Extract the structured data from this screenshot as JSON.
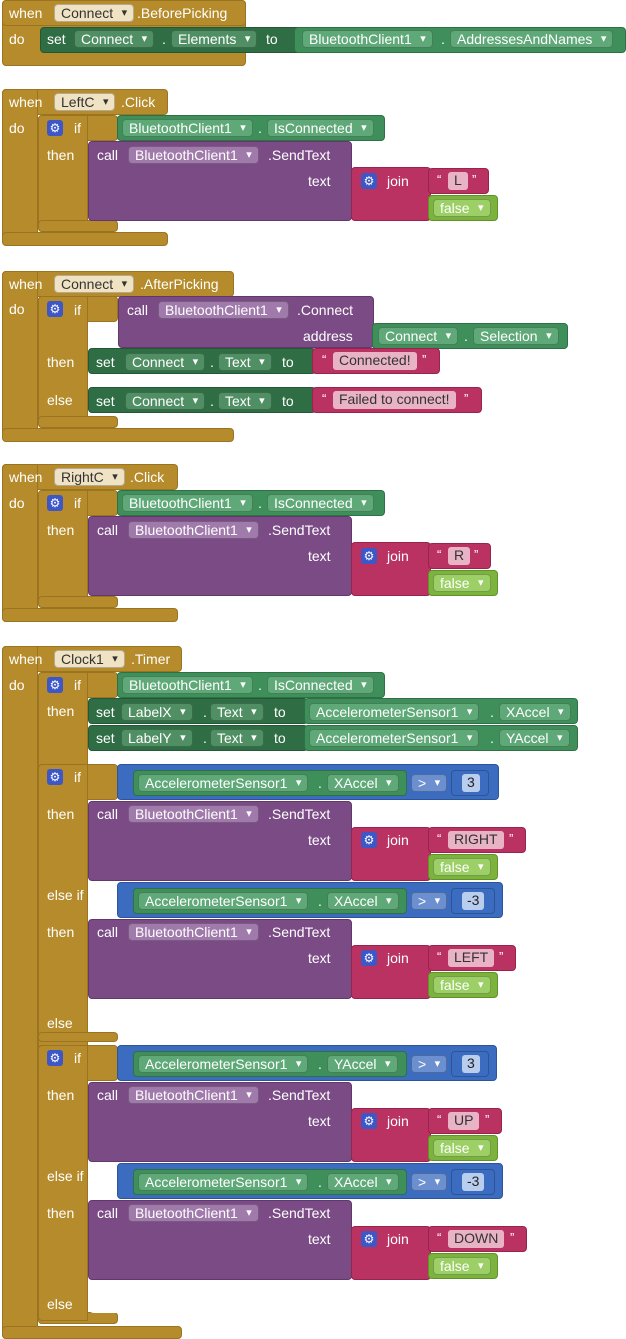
{
  "kw": {
    "when": "when",
    "do": "do",
    "set": "set",
    "to": "to",
    "call": "call",
    "if": "if",
    "then": "then",
    "else": "else",
    "else_if": "else if",
    "text": "text",
    "join": "join",
    "address": "address",
    "dot": "."
  },
  "blocks": {
    "before_picking": {
      "event_component": "Connect",
      "event_name": ".BeforePicking",
      "set_component": "Connect",
      "set_property": "Elements",
      "get_component": "BluetoothClient1",
      "get_property": "AddressesAndNames"
    },
    "leftc_click": {
      "event_component": "LeftC",
      "event_name": ".Click",
      "cond_component": "BluetoothClient1",
      "cond_property": "IsConnected",
      "call_component": "BluetoothClient1",
      "call_method": ".SendText",
      "string": "L",
      "bool": "false"
    },
    "after_picking": {
      "event_component": "Connect",
      "event_name": ".AfterPicking",
      "call_component": "BluetoothClient1",
      "call_method": ".Connect",
      "arg_component": "Connect",
      "arg_property": "Selection",
      "then_component": "Connect",
      "then_property": "Text",
      "then_string": "Connected!",
      "else_component": "Connect",
      "else_property": "Text",
      "else_string": "Failed to connect!"
    },
    "rightc_click": {
      "event_component": "RightC",
      "event_name": ".Click",
      "cond_component": "BluetoothClient1",
      "cond_property": "IsConnected",
      "call_component": "BluetoothClient1",
      "call_method": ".SendText",
      "string": "R",
      "bool": "false"
    },
    "clock_timer": {
      "event_component": "Clock1",
      "event_name": ".Timer",
      "cond_component": "BluetoothClient1",
      "cond_property": "IsConnected",
      "setx_component": "LabelX",
      "setx_property": "Text",
      "setx_src": "AccelerometerSensor1",
      "setx_src_prop": "XAccel",
      "sety_component": "LabelY",
      "sety_property": "Text",
      "sety_src": "AccelerometerSensor1",
      "sety_src_prop": "YAccel",
      "if1": {
        "c1_component": "AccelerometerSensor1",
        "c1_property": "XAccel",
        "c1_op": ">",
        "c1_value": "3",
        "s1": "RIGHT",
        "c2_component": "AccelerometerSensor1",
        "c2_property": "XAccel",
        "c2_op": ">",
        "c2_value": "-3",
        "s2": "LEFT"
      },
      "if2": {
        "c1_component": "AccelerometerSensor1",
        "c1_property": "YAccel",
        "c1_op": ">",
        "c1_value": "3",
        "s1": "UP",
        "c2_component": "AccelerometerSensor1",
        "c2_property": "XAccel",
        "c2_op": ">",
        "c2_value": "-3",
        "s2": "DOWN"
      },
      "call_component": "BluetoothClient1",
      "call_method": ".SendText",
      "bool": "false"
    }
  },
  "colors": {
    "event": "#b58b2b",
    "procedure_call": "#7b4b86",
    "setter": "#2f6e44",
    "getter": "#3f8f5b",
    "text": "#b93261",
    "logic": "#7bb33d",
    "math": "#3b6cbf"
  },
  "icons": {
    "mutator": "gear-icon",
    "dropdown": "dropdown-arrow-icon"
  }
}
